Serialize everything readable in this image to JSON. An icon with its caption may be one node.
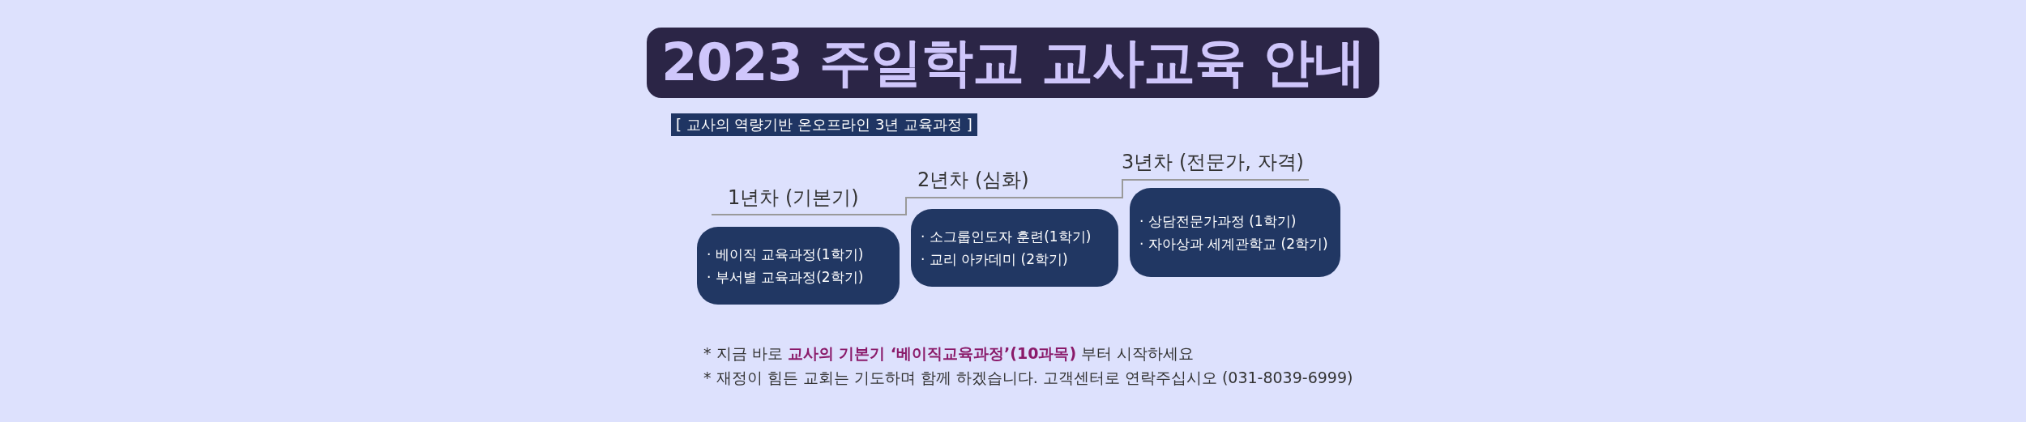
{
  "diagram": {
    "title": "2023 주일학교 교사교육 안내",
    "nodes": [
      {
        "text": [
          "1년차 (기본기)",
          "· 베이직 교육과정(1학기)",
          "· 부서별 교육과정(2학기)"
        ]
      },
      {
        "text": [
          "2년차 (심화)",
          "· 소그룹인도자 훈련(1학기)",
          "· 교리 아카데미 (2학기)"
        ]
      },
      {
        "text": [
          "3년차 (전문가, 자격)",
          "· 상담전문가과정 (1학기)",
          "· 자아상과 세계관학교 (2학기)"
        ]
      }
    ],
    "edges": [],
    "labels": [
      "[ 교사의 역량기반 온오프라인 3년 교육과정 ]",
      "* 지금 바로 **교사의 기본기 ‘베이직교육과정’(10과목)** 부터 시작하세요",
      "* 재정이 힘든 교회는 기도하며 함께 하겠습니다. 고객센터로 연락주십시오 (031-8039-6999)"
    ]
  }
}
